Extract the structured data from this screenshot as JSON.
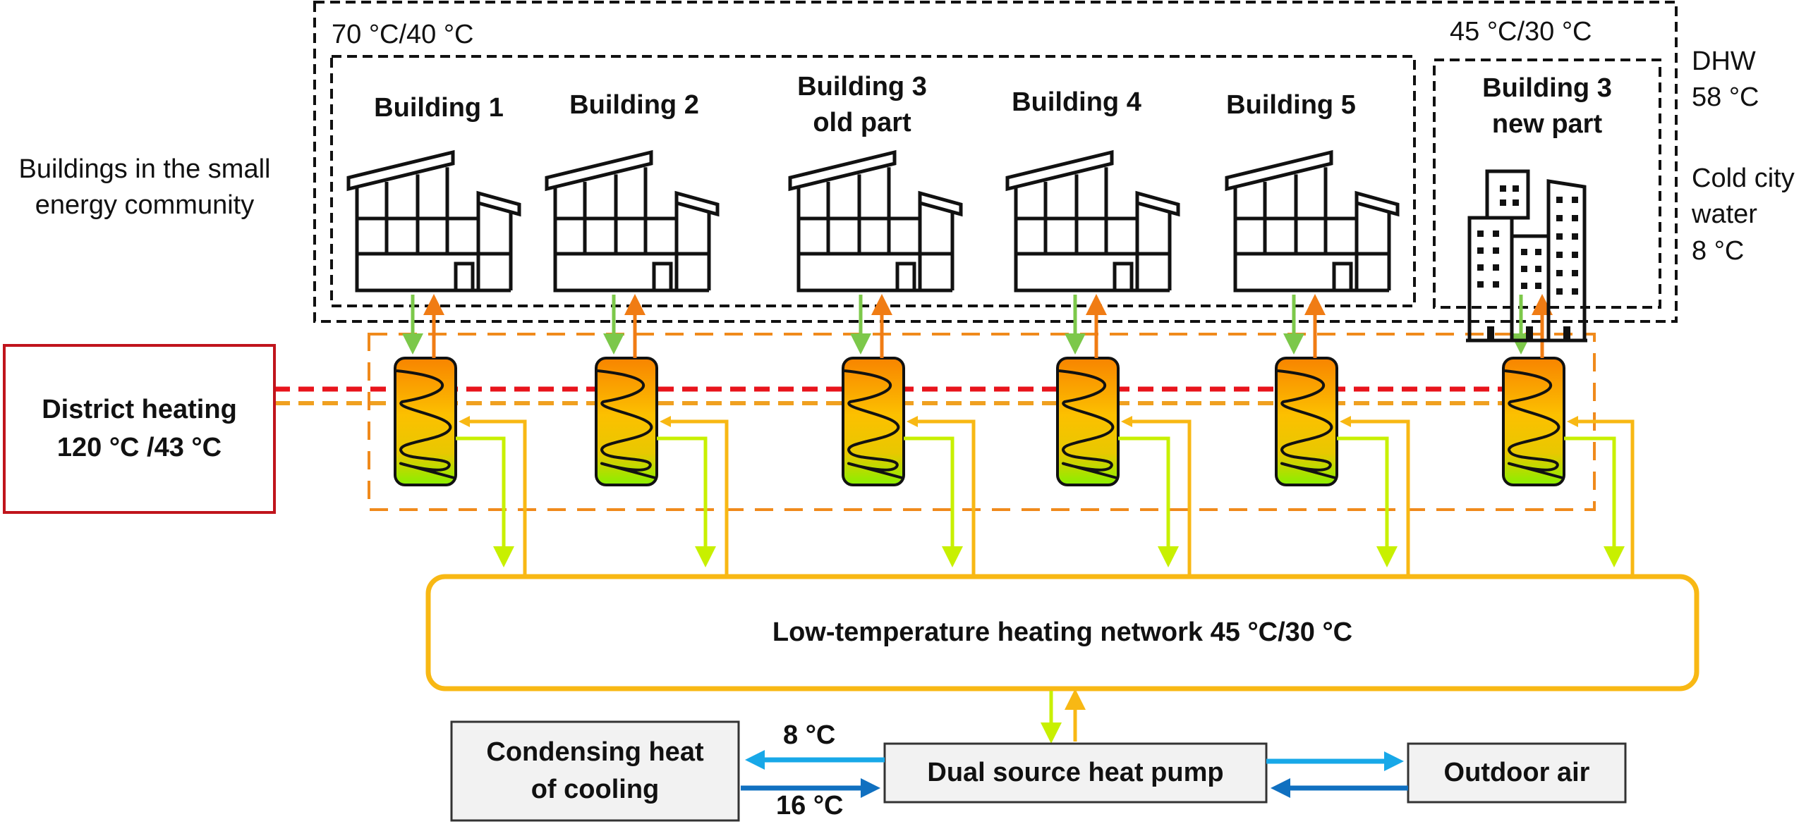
{
  "community_label": "Buildings in the small\nenergy community",
  "community_label_lines": [
    "Buildings in the small",
    "energy community"
  ],
  "high_temp_group": {
    "temperature": "70 °C/40 °C",
    "buildings": [
      {
        "name": "Building 1",
        "lines": [
          "Building 1"
        ],
        "icon": "industrial-building-icon"
      },
      {
        "name": "Building 2",
        "lines": [
          "Building 2"
        ],
        "icon": "industrial-building-icon"
      },
      {
        "name": "Building 3 old part",
        "lines": [
          "Building 3",
          "old part"
        ],
        "icon": "industrial-building-icon"
      },
      {
        "name": "Building 4",
        "lines": [
          "Building 4"
        ],
        "icon": "industrial-building-icon"
      },
      {
        "name": "Building 5",
        "lines": [
          "Building 5"
        ],
        "icon": "industrial-building-icon"
      }
    ]
  },
  "low_temp_group": {
    "temperature": "45 °C/30 °C",
    "buildings": [
      {
        "name": "Building 3 new part",
        "lines": [
          "Building 3",
          "new part"
        ],
        "icon": "city-buildings-icon"
      }
    ]
  },
  "dhw": {
    "label": "DHW",
    "temperature": "58 °C"
  },
  "cold_water": {
    "lines": [
      "Cold city",
      "water"
    ],
    "temperature": "8 °C"
  },
  "district_heating": {
    "lines": [
      "District heating",
      "120 °C /43 °C"
    ]
  },
  "storage_tanks": {
    "count": 6,
    "icon": "heat-exchanger-tank-icon"
  },
  "network": {
    "label": "Low-temperature heating network 45 °C/30 °C"
  },
  "heat_pump": {
    "label": "Dual source heat pump"
  },
  "condensing": {
    "lines": [
      "Condensing heat",
      "of cooling"
    ]
  },
  "outdoor_air": {
    "label": "Outdoor air"
  },
  "cooling_flows": {
    "supply_temp": "8 °C",
    "return_temp": "16 °C"
  },
  "colors": {
    "district_heating_line": "#e8141c",
    "district_heating_box": "#c0141c",
    "dhw_dashed": "#f08a1c",
    "network": "#f8b814",
    "return_line": "#c8f000",
    "building_supply": "#f07c14",
    "building_return": "#7cc84a",
    "cooling_light": "#18a8e8",
    "cooling_dark": "#1070c0",
    "tank_top": "#f88400",
    "tank_mid": "#fcc000",
    "tank_bottom": "#88f000"
  }
}
